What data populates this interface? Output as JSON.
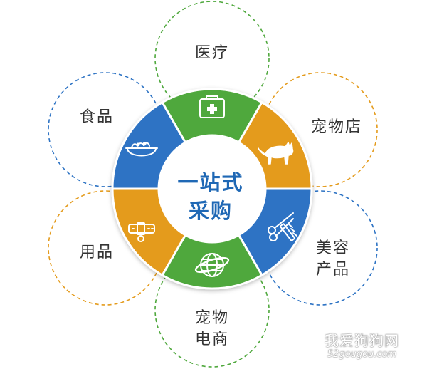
{
  "center": {
    "line1": "一站式",
    "line2": "采购"
  },
  "categories": [
    {
      "id": "medical",
      "label": "医疗",
      "icon": "first-aid-kit-icon",
      "color": "#4fa83d"
    },
    {
      "id": "pet-store",
      "label": "宠物店",
      "icon": "cat-icon",
      "color": "#e49b1c"
    },
    {
      "id": "beauty",
      "label_line1": "美容",
      "label_line2": "产品",
      "icon": "scissors-comb-icon",
      "color": "#2d73c4"
    },
    {
      "id": "ecommerce",
      "label_line1": "宠物",
      "label_line2": "电商",
      "icon": "globe-icon",
      "color": "#4fa83d"
    },
    {
      "id": "supplies",
      "label": "用品",
      "icon": "pet-collar-icon",
      "color": "#e49b1c"
    },
    {
      "id": "food",
      "label": "食品",
      "icon": "food-bowl-icon",
      "color": "#2d73c4"
    }
  ],
  "watermark": {
    "line1": "我爱狗狗网",
    "line2": "52gougou.com"
  }
}
